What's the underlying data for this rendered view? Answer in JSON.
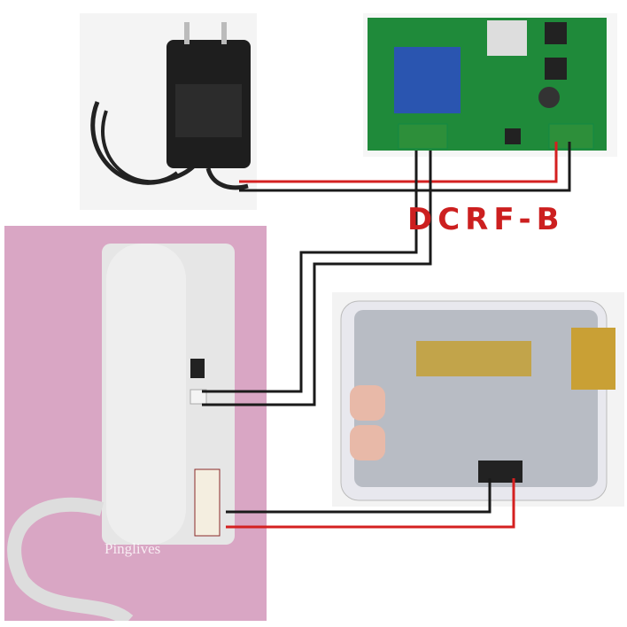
{
  "diagram": {
    "title": "DCRF-B",
    "watermark": "Pinglives",
    "components": [
      {
        "name": "power-adapter"
      },
      {
        "name": "relay-board"
      },
      {
        "name": "intercom-handset"
      },
      {
        "name": "electric-lock"
      }
    ],
    "colors": {
      "positive_wire": "#d42020",
      "negative_wire": "#1a1a1a",
      "title": "#cc1f1f"
    }
  }
}
